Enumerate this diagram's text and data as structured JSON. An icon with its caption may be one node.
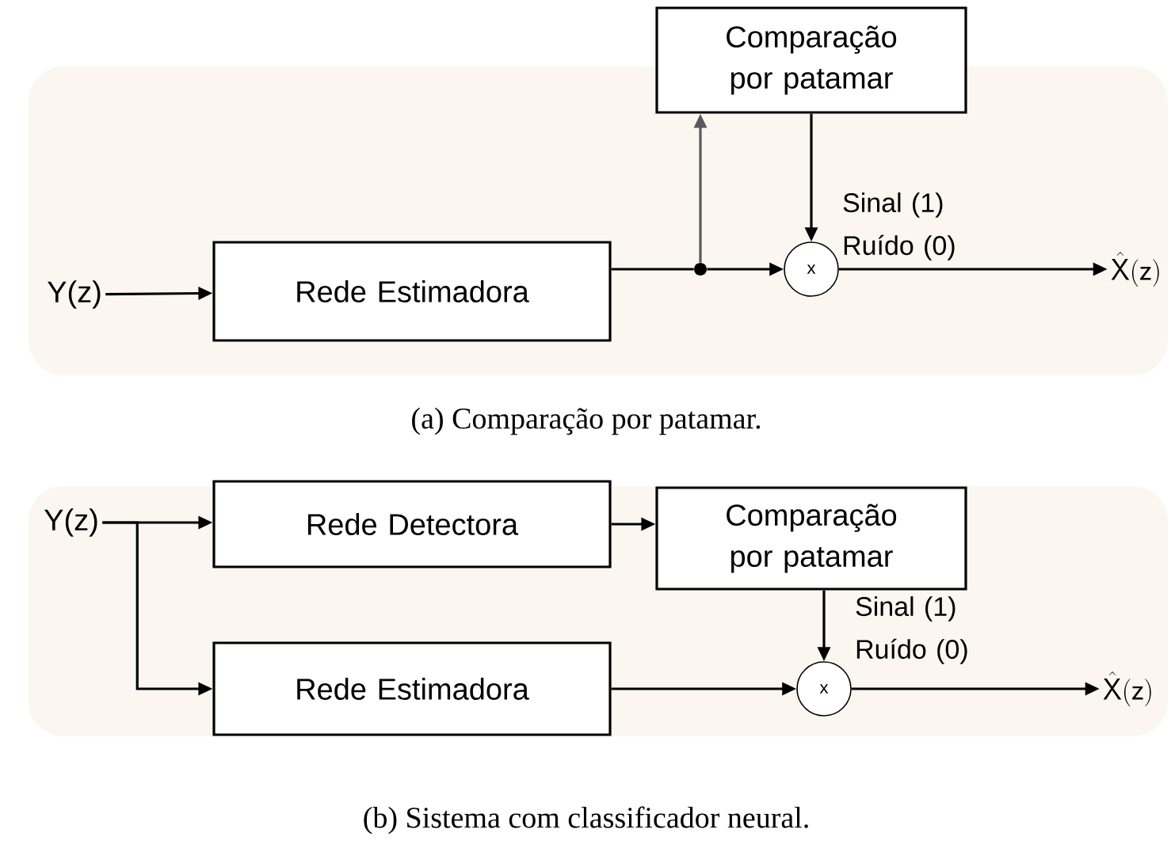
{
  "diagram": {
    "nodes": [
      {
        "text": [
          "Y(z)"
        ]
      },
      {
        "text": [
          "Rede Estimadora"
        ]
      },
      {
        "text": [
          "Comparação por patamar"
        ]
      },
      {
        "text": [],
        "shape": "circle"
      },
      {
        "text": [
          "x"
        ]
      },
      {
        "text": [
          "\\hat{\\mathsf{X}}\\mathsf{(z)}"
        ]
      },
      {
        "text": [
          "Y(z)"
        ]
      },
      {
        "text": [
          "Rede Detectora"
        ]
      },
      {
        "text": [
          "Comparação por patamar"
        ]
      },
      {
        "text": [
          "Rede Estimadora"
        ]
      },
      {
        "text": [
          "x"
        ]
      },
      {
        "text": [
          "\\hat{\\mathsf{X}}\\mathsf{(z)}"
        ]
      }
    ],
    "edges": [
      {
        "from": 0,
        "to": 1,
        "arrow": "to"
      },
      {
        "from": 1,
        "to": 3,
        "arrow": "none"
      },
      {
        "from": 3,
        "to": 4,
        "arrow": "to"
      },
      {
        "from": 3,
        "to": 2,
        "arrow": "to",
        "color": "#595959"
      },
      {
        "from": 2,
        "to": 4,
        "arrow": "to",
        "label": "Sinal (1) Ruído (0)"
      },
      {
        "from": 4,
        "to": 5,
        "arrow": "to"
      },
      {
        "from": 6,
        "to": 7,
        "arrow": "to"
      },
      {
        "from": 6,
        "to": 9,
        "arrow": "to"
      },
      {
        "from": 7,
        "to": 8,
        "arrow": "to"
      },
      {
        "from": 8,
        "to": 10,
        "arrow": "to",
        "label": "Sinal (1) Ruído (0)"
      },
      {
        "from": 9,
        "to": 10,
        "arrow": "to"
      },
      {
        "from": 10,
        "to": 11,
        "arrow": "to"
      }
    ],
    "labels": [
      "(a) Comparação por patamar.",
      "(b) Sistema com classificador neural."
    ]
  }
}
